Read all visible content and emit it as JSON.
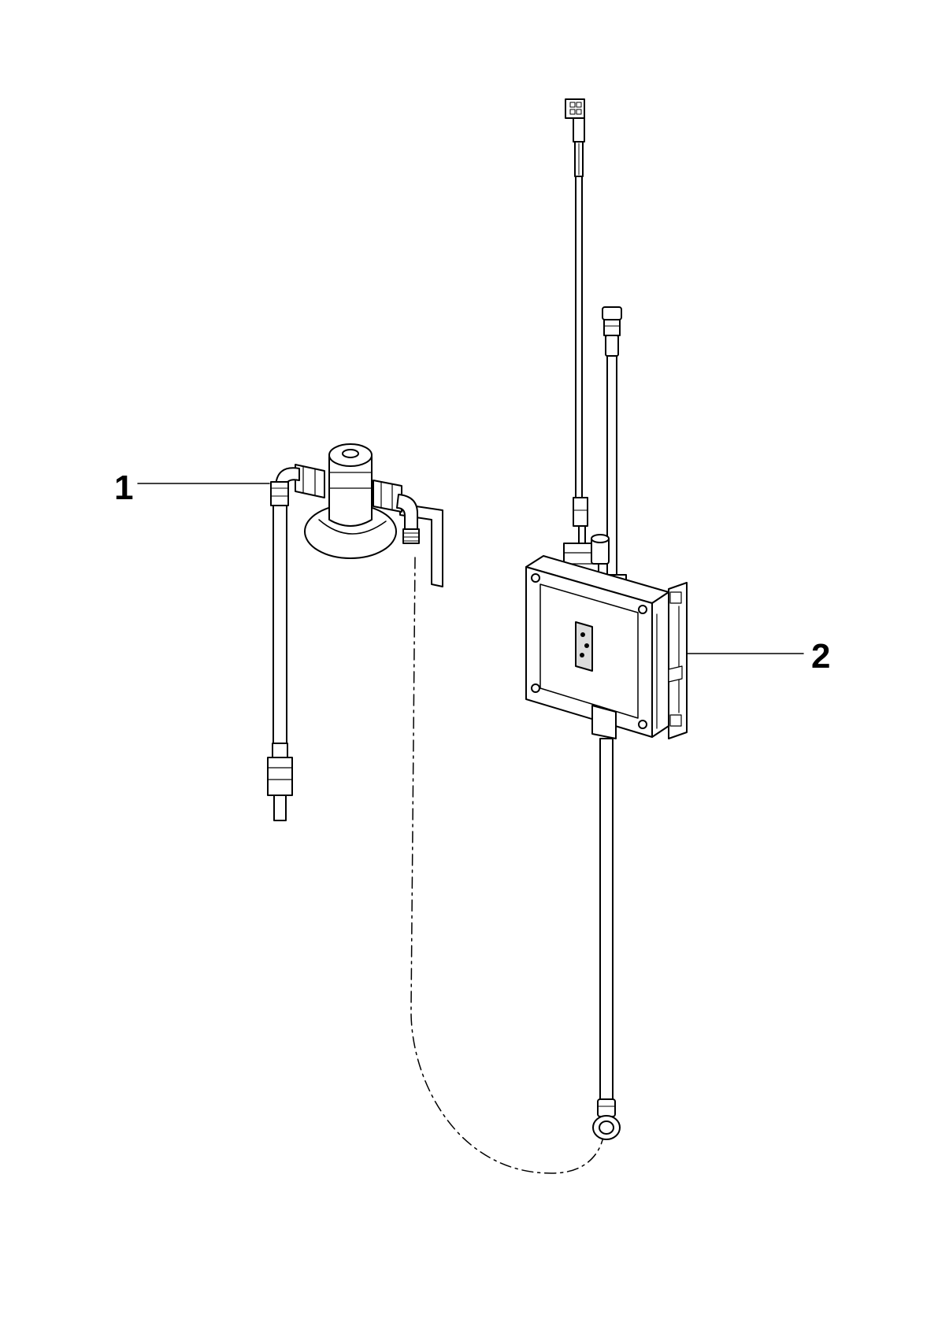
{
  "callouts": [
    {
      "id": "1",
      "label": "1"
    },
    {
      "id": "2",
      "label": "2"
    }
  ],
  "colors": {
    "line": "#000000",
    "fill": "#ffffff",
    "panel": "#dcdcdc"
  }
}
